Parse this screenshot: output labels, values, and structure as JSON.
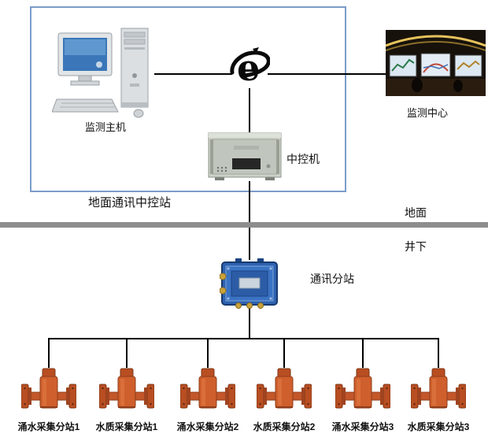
{
  "diagram": {
    "ground_box_label": "地面通讯中控站",
    "host_label": "监测主机",
    "center_label": "监测中心",
    "server_label": "中控机",
    "surface_label": "地面",
    "underground_label": "井下",
    "substation_label": "通讯分站",
    "devices": [
      {
        "label": "涌水采集分站1"
      },
      {
        "label": "水质采集分站1"
      },
      {
        "label": "涌水采集分站2"
      },
      {
        "label": "水质采集分站2"
      },
      {
        "label": "涌水采集分站3"
      },
      {
        "label": "水质采集分站3"
      }
    ],
    "icons": {
      "internet": "internet-e-icon",
      "host_computer": "desktop-computer-icon",
      "monitor_center": "control-room-image",
      "server": "rack-server-icon",
      "substation": "junction-box-icon",
      "collector": "flow-sensor-icon"
    },
    "colors": {
      "line": "#000000",
      "ground_box_border": "#7b9cc9",
      "divider": "#8d8d8d",
      "device_orange": "#cf5f2c",
      "substation_blue": "#2e62b0"
    }
  }
}
